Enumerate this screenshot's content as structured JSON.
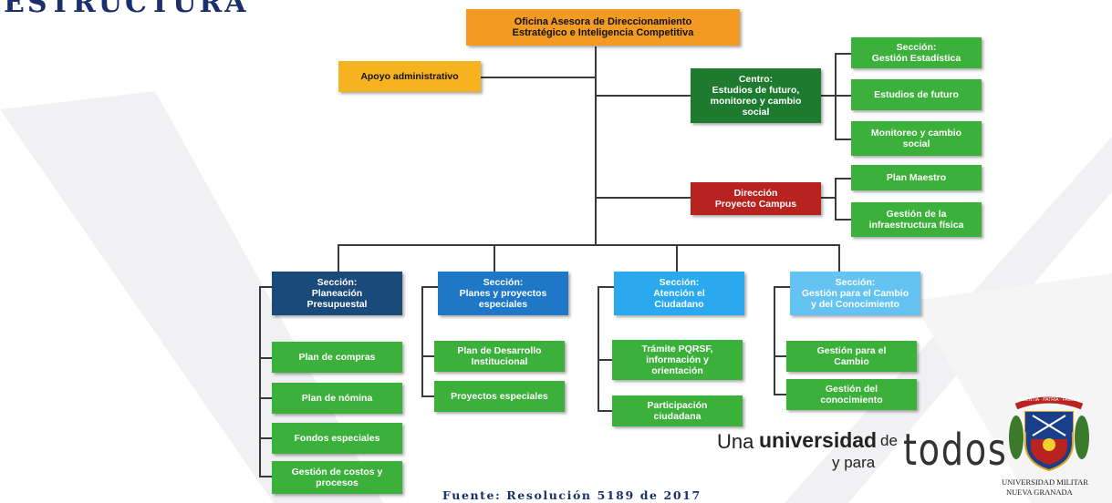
{
  "heading": "ESTRUCTURA",
  "colors": {
    "orange": "#f29a22",
    "yellow": "#f7b21f",
    "dark_green": "#1e7a2e",
    "green": "#3bb03a",
    "red": "#b8231f",
    "navy": "#1a4a7a",
    "blue": "#1f78c7",
    "sky": "#2aa9ee",
    "light_blue": "#64c3f1"
  },
  "org": {
    "top": "Oficina Asesora de Direccionamiento\nEstratégico e Inteligencia Competitiva",
    "apoyo": "Apoyo administrativo",
    "centro": "Centro:\nEstudios de futuro,\nmonitoreo y cambio\nsocial",
    "centro_children": [
      "Sección:\nGestión Estadística",
      "Estudios de futuro",
      "Monitoreo y cambio\nsocial"
    ],
    "direccion": "Dirección\nProyecto Campus",
    "direccion_children": [
      "Plan Maestro",
      "Gestión de la\ninfraestructura física"
    ],
    "sections": [
      {
        "label": "Sección:\nPlaneación\nPresupuestal",
        "children": [
          "Plan de compras",
          "Plan de nómina",
          "Fondos especiales",
          "Gestión de costos y\nprocesos"
        ]
      },
      {
        "label": "Sección:\nPlanes y proyectos\nespeciales",
        "children": [
          "Plan de Desarrollo\nInstitucional",
          "Proyectos especiales"
        ]
      },
      {
        "label": "Sección:\nAtención el\nCiudadano",
        "children": [
          "Trámite PQRSF,\ninformación y\norientación",
          "Participación\nciudadana"
        ]
      },
      {
        "label": "Sección:\nGestión para el Cambio\ny del Conocimiento",
        "children": [
          "Gestión para el\nCambio",
          "Gestión del\nconocimiento"
        ]
      }
    ]
  },
  "branding": {
    "una": "Una",
    "universidad": "universidad",
    "de": "de",
    "y_para": "y para",
    "todos": "todos",
    "seal_motto": "SCIENTIA · PATRIA · FAMILIA",
    "seal_name_1": "UNIVERSIDAD MILITAR",
    "seal_name_2": "NUEVA GRANADA"
  },
  "source": "Fuente: Resolución 5189 de 2017"
}
